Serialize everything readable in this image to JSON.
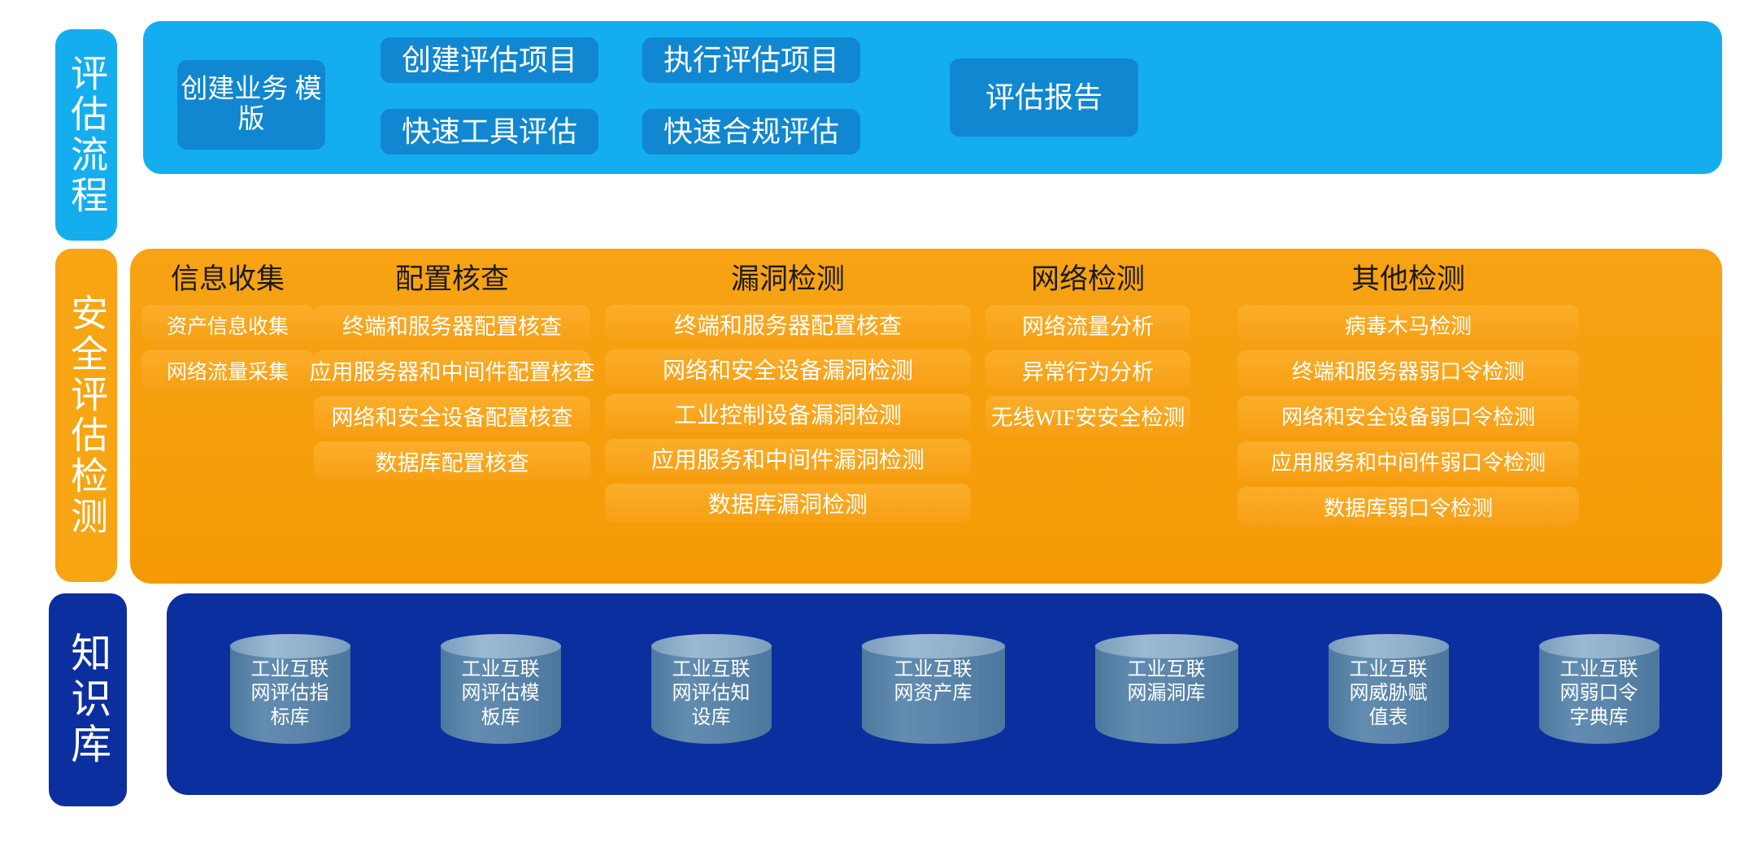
{
  "rails": {
    "process": "评估流程",
    "assessment": "安全评估检测",
    "knowledge_base": "知识库"
  },
  "colors": {
    "process_panel": "#14ADEF",
    "process_chip": "#1087D0",
    "assessment_panel": "#F59B10",
    "assessment_tile": "#F9A922",
    "knowledge_panel": "#0B2F9E",
    "cylinder_body": "#5A84A9",
    "cylinder_top": "#8FAFC9",
    "text_light": "#FFFFFF",
    "title_dark": "#1B1B1B"
  },
  "process": {
    "template": "创建业务\n模版",
    "create_project": "创建评估项目",
    "quick_tool": "快速工具评估",
    "execute_project": "执行评估项目",
    "quick_compliance": "快速合规评估",
    "report": "评估报告"
  },
  "assessment": {
    "columns": [
      {
        "title": "信息收集",
        "items": [
          "资产信息收集",
          "网络流量采集"
        ]
      },
      {
        "title": "配置核查",
        "items": [
          "终端和服务器配置核查",
          "应用服务器和中间件配置核查",
          "网络和安全设备配置核查",
          "数据库配置核查"
        ]
      },
      {
        "title": "漏洞检测",
        "items": [
          "终端和服务器配置核查",
          "网络和安全设备漏洞检测",
          "工业控制设备漏洞检测",
          "应用服务和中间件漏洞检测",
          "数据库漏洞检测"
        ]
      },
      {
        "title": "网络检测",
        "items": [
          "网络流量分析",
          "异常行为分析",
          "无线WIF安安全检测"
        ]
      },
      {
        "title": "其他检测",
        "items": [
          "病毒木马检测",
          "终端和服务器弱口令检测",
          "网络和安全设备弱口令检测",
          "应用服务和中间件弱口令检测",
          "数据库弱口令检测"
        ]
      }
    ]
  },
  "knowledge_base": {
    "databases": [
      "工业互联\n网评估指\n标库",
      "工业互联\n网评估模\n板库",
      "工业互联\n网评估知\n设库",
      "工业互联\n网资产库",
      "工业互联\n网漏洞库",
      "工业互联\n网威胁赋\n值表",
      "工业互联\n网弱口令\n字典库"
    ]
  }
}
